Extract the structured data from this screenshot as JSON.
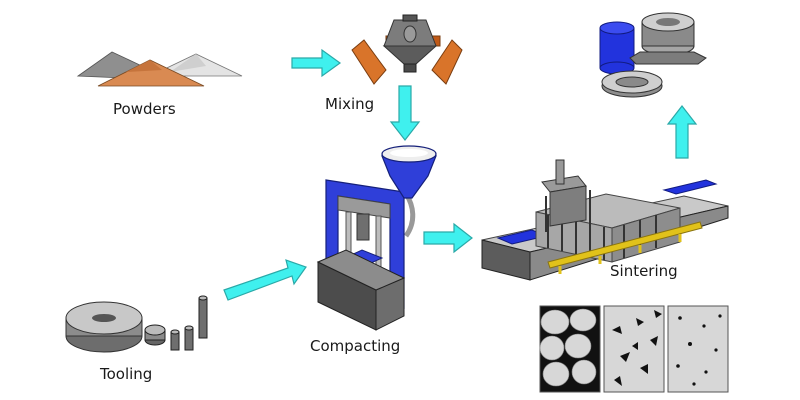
{
  "labels": {
    "powders": "Powders",
    "mixing": "Mixing",
    "compacting": "Compacting",
    "sintering": "Sintering",
    "tooling": "Tooling"
  },
  "colors": {
    "flow_arrow": "#3ff0ee",
    "arrow_outline": "#2aa9a8",
    "press_frame": "#2f3fd9",
    "mixer_body": "#d9742a",
    "copper_powder": "#d98a52",
    "dark_powder": "#8f8f8f",
    "light_powder": "#d6d6d6",
    "steel": "#8c8c8c",
    "furnace_belt": "#e1c21a",
    "part_blue": "#2233dd"
  },
  "icons": [
    "powder-piles-icon",
    "double-cone-mixer-icon",
    "compaction-press-icon",
    "sintering-furnace-icon",
    "finished-parts-icon",
    "die-tooling-icon",
    "microstructure-icon"
  ]
}
